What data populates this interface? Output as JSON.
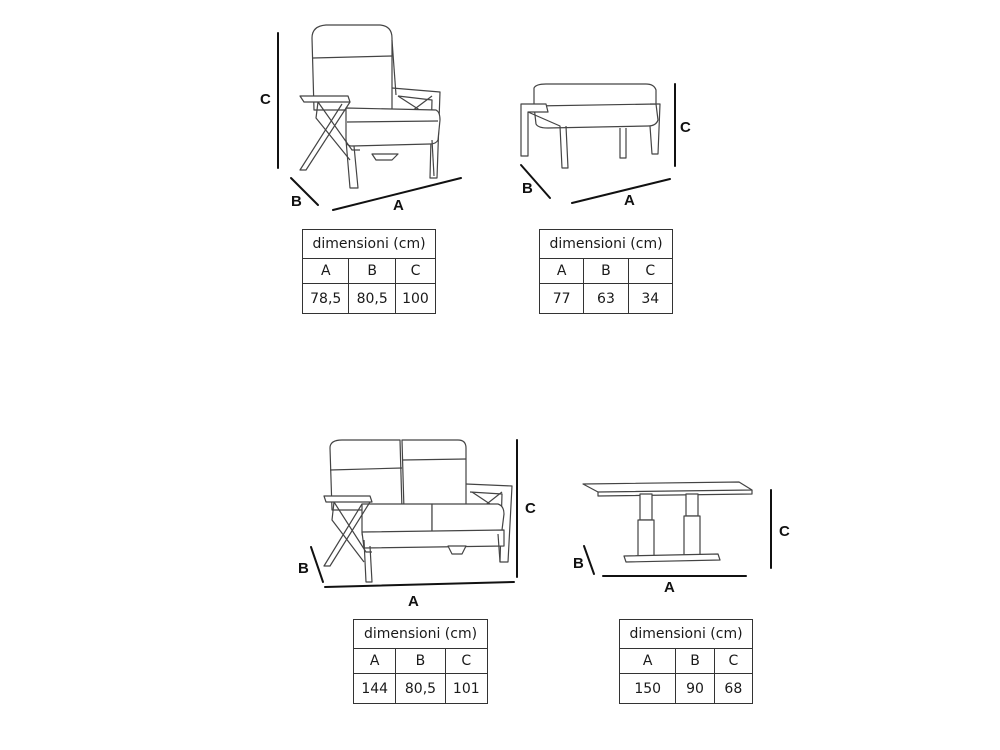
{
  "products": [
    {
      "id": "armchair",
      "labels": {
        "a": "A",
        "b": "B",
        "c": "C"
      },
      "table": {
        "title": "dimensioni (cm)",
        "headers": [
          "A",
          "B",
          "C"
        ],
        "values": [
          "78,5",
          "80,5",
          "100"
        ]
      }
    },
    {
      "id": "ottoman",
      "labels": {
        "a": "A",
        "b": "B",
        "c": "C"
      },
      "table": {
        "title": "dimensioni (cm)",
        "headers": [
          "A",
          "B",
          "C"
        ],
        "values": [
          "77",
          "63",
          "34"
        ]
      }
    },
    {
      "id": "sofa",
      "labels": {
        "a": "A",
        "b": "B",
        "c": "C"
      },
      "table": {
        "title": "dimensioni (cm)",
        "headers": [
          "A",
          "B",
          "C"
        ],
        "values": [
          "144",
          "80,5",
          "101"
        ]
      }
    },
    {
      "id": "table",
      "labels": {
        "a": "A",
        "b": "B",
        "c": "C"
      },
      "table": {
        "title": "dimensioni (cm)",
        "headers": [
          "A",
          "B",
          "C"
        ],
        "values": [
          "150",
          "90",
          "68"
        ]
      }
    }
  ]
}
